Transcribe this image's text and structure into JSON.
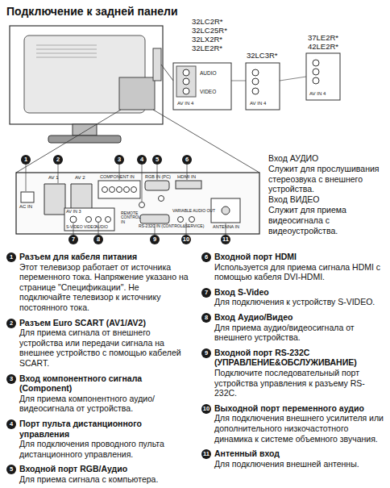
{
  "diagram": {
    "title": "Подключение к задней панели",
    "labels": [
      "32LC2R*",
      "32LC25R*",
      "32LX2R*",
      "32LE2R*",
      "32LC3R*",
      "37LE2R*",
      "42LE2R*",
      "AUDIO",
      "VIDEO",
      "AV IN 4",
      "AV IN 4",
      "AV IN 4",
      "AC IN",
      "AV 1",
      "AV 2",
      "COMPONENT IN",
      "RGB IN (PC)",
      "HDMI IN",
      "AV IN 3",
      "S-VIDEO",
      "VIDEO",
      "AUDIO",
      "REMOTE CONTROL IN",
      "RS-232C IN (CONTROL&SERVICE)",
      "VARIABLE AUDIO OUT",
      "ANTENNA IN",
      "1",
      "2",
      "3",
      "4",
      "5",
      "6",
      "7",
      "8",
      "9",
      "10",
      "11",
      "Вход АУДИО",
      "Служит для прослушивания стереозвука с внешнего устройства.",
      "Вход ВИДЕО",
      "Служит для приема видеосигнала с видеоустройства.",
      "1",
      "Разъем для кабеля питания",
      "Этот телевизор работает от источника переменного тока. Напряжение указано на странице \"Спецификации\". Не подключайте телевизор к источнику постоянного тока.",
      "2",
      "Разъем Euro SCART (AV1/AV2)",
      "Для приема сигнала от внешнего устройства или передачи сигнала на внешнее устройство с помощью кабелей SCART.",
      "3",
      "Вход компонентного сигнала (Component)",
      "Для приема компонентного аудио/видеосигнала от устройства.",
      "4",
      "Порт пульта дистанционного управления",
      "Для подключения проводного пульта дистанционного управления.",
      "5",
      "Входной порт RGB/Аудио",
      "Для приема сигнала с компьютера.",
      "6",
      "Входной порт HDMI",
      "Используется для приема сигнала HDMI с помощью кабеля DVI-HDMI.",
      "7",
      "Вход S-Video",
      "Для подключения к устройству S-VIDEO.",
      "8",
      "Вход Аудио/Видео",
      "Для приема аудио/видеосигнала от внешнего устройства.",
      "9",
      "Входной порт RS-232C (УПРАВЛЕНИЕ&ОБСЛУЖИВАНИЕ)",
      "Подключите последовательный порт устройства управления к разъему RS-232C.",
      "10",
      "Выходной порт переменного аудио",
      "Для подключения внешнего усилителя или дополнительного низкочастотного динамика к системе объемного звучания.",
      "11",
      "Антенный вход",
      "Для подключения внешней антенны."
    ]
  }
}
